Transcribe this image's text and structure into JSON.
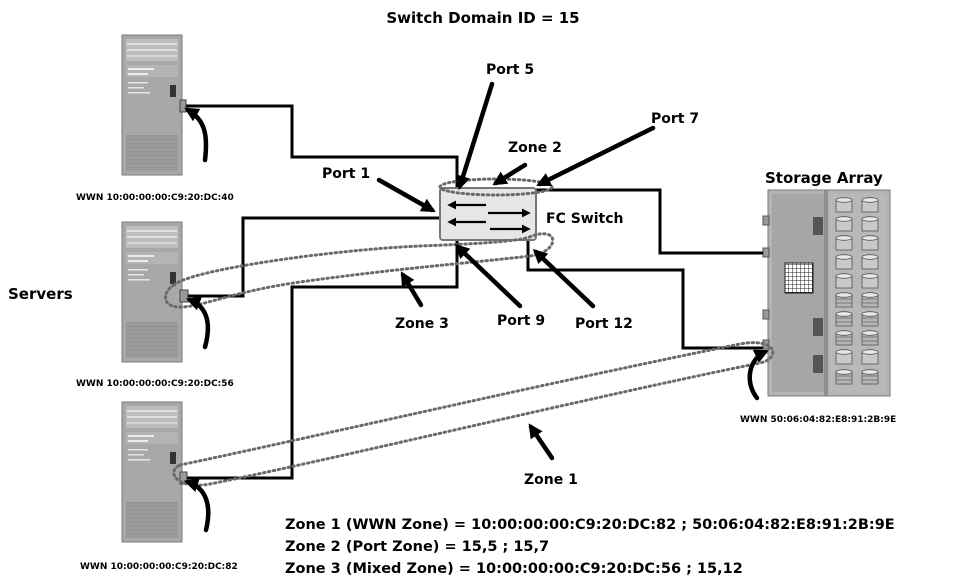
{
  "title": "Switch Domain ID = 15",
  "labels": {
    "servers": "Servers",
    "storage_array": "Storage Array",
    "fc_switch": "FC Switch",
    "port1": "Port 1",
    "port5": "Port 5",
    "port7": "Port 7",
    "port9": "Port 9",
    "port12": "Port 12",
    "zone1": "Zone 1",
    "zone2": "Zone 2",
    "zone3": "Zone 3"
  },
  "wwns": {
    "server1": "WWN 10:00:00:00:C9:20:DC:40",
    "server2": "WWN 10:00:00:00:C9:20:DC:56",
    "server3": "WWN 10:00:00:00:C9:20:DC:82",
    "storage": "WWN 50:06:04:82:E8:91:2B:9E"
  },
  "zone_definitions": [
    "Zone 1 (WWN Zone) = 10:00:00:00:C9:20:DC:82 ;  50:06:04:82:E8:91:2B:9E",
    "Zone 2 (Port Zone) = 15,5 ; 15,7",
    "Zone 3 (Mixed Zone) = 10:00:00:00:C9:20:DC:56 ; 15,12"
  ],
  "icons": {
    "server": "tower-server-icon",
    "storage": "storage-array-icon",
    "switch": "fc-switch-icon"
  },
  "colors": {
    "server_body": "#a9a9a9",
    "zone_dots": "#6a6a6a",
    "switch_body": "#e6e6e6"
  }
}
